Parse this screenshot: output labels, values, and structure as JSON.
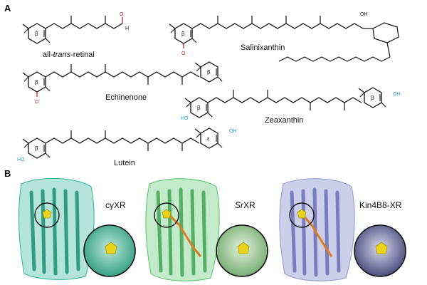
{
  "panels": {
    "a": "A",
    "b": "B"
  },
  "molecules": [
    {
      "name_prefix": "all-",
      "name_italic": "trans",
      "name_suffix": "-retinal",
      "ring": "β"
    },
    {
      "name": "Salinixanthin",
      "ring": "β"
    },
    {
      "name": "Echinenone",
      "ring_left": "β",
      "ring_right": "β"
    },
    {
      "name": "Zeaxanthin",
      "ring_left": "β",
      "ring_right": "β"
    },
    {
      "name": "Lutein",
      "ring_left": "β",
      "ring_right": "ε"
    }
  ],
  "atoms": {
    "oxygen": "O",
    "hydroxyl": "HO",
    "hydroxyl_right": "OH",
    "hydrogen": "H"
  },
  "proteins": [
    {
      "name": "cyXR",
      "name_italic": "",
      "name_suffix": "",
      "color": "#2bb494"
    },
    {
      "name": "",
      "name_italic": "Sr",
      "name_suffix": "XR",
      "color": "#52c468"
    },
    {
      "name": "Kin4B8-XR",
      "name_italic": "",
      "name_suffix": "",
      "color": "#8e94cf"
    }
  ],
  "colors": {
    "oxygen_red": "#d21f1f",
    "hydroxyl_blue": "#1fa0d8",
    "ligand_yellow": "#e8d31a",
    "carotenoid_orange": "#e07a1f"
  }
}
